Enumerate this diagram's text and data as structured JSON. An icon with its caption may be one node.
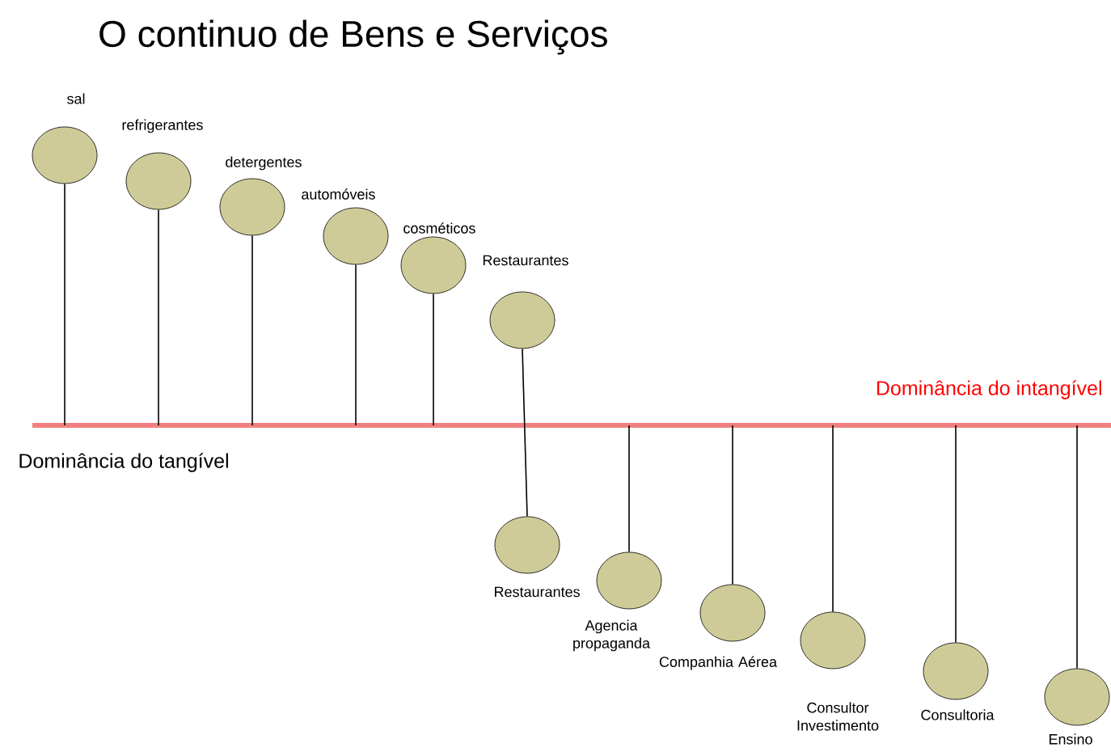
{
  "diagram": {
    "title": "O continuo de Bens e Serviços",
    "nodes": [
      {
        "text": [],
        "shape": "circle",
        "beside": [
          "sal"
        ]
      },
      {
        "text": [],
        "shape": "circle",
        "beside": [
          "refrigerantes"
        ]
      },
      {
        "text": [],
        "shape": "circle",
        "beside": [
          "detergentes"
        ]
      },
      {
        "text": [],
        "shape": "circle",
        "beside": [
          "automóveis"
        ]
      },
      {
        "text": [],
        "shape": "circle",
        "beside": [
          "cosméticos"
        ]
      },
      {
        "text": [],
        "shape": "circle",
        "beside": [
          "Restaurantes"
        ]
      },
      {
        "text": [],
        "shape": "circle",
        "beside": [
          "Restaurantes"
        ]
      },
      {
        "text": [],
        "shape": "circle",
        "beside": [
          "Agencia propaganda"
        ]
      },
      {
        "text": [],
        "shape": "circle",
        "beside": [
          "Companhia Aérea"
        ]
      },
      {
        "text": [],
        "shape": "circle",
        "beside": [
          "Consultor Investimento"
        ]
      },
      {
        "text": [],
        "shape": "circle",
        "beside": [
          "Consultoria"
        ]
      },
      {
        "text": [],
        "shape": "circle",
        "beside": [
          "Ensino"
        ]
      }
    ],
    "edges": [
      {
        "from": 0,
        "to": null,
        "arrow": "none"
      },
      {
        "from": 1,
        "to": null,
        "arrow": "none"
      },
      {
        "from": 2,
        "to": null,
        "arrow": "none"
      },
      {
        "from": 3,
        "to": null,
        "arrow": "none"
      },
      {
        "from": 4,
        "to": null,
        "arrow": "none"
      },
      {
        "from": 5,
        "to": 6,
        "arrow": "none"
      },
      {
        "from": null,
        "to": 7,
        "arrow": "none"
      },
      {
        "from": null,
        "to": 8,
        "arrow": "none"
      },
      {
        "from": null,
        "to": 9,
        "arrow": "none"
      },
      {
        "from": null,
        "to": 10,
        "arrow": "none"
      },
      {
        "from": null,
        "to": 11,
        "arrow": "none"
      }
    ],
    "labels": [
      "Dominância do intangível",
      "Dominância do tangível"
    ]
  }
}
